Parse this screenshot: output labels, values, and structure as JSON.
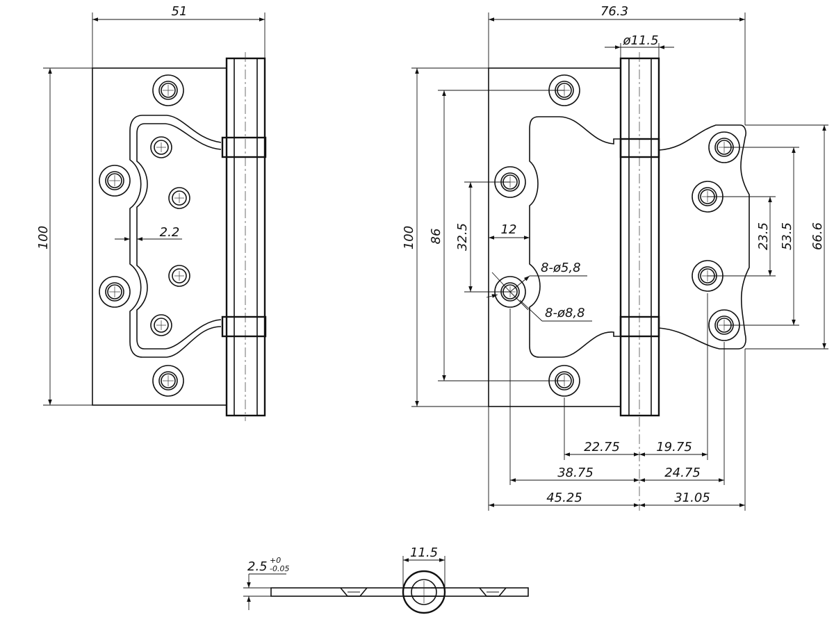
{
  "drawing": {
    "left_view": {
      "width_dim": "51",
      "height_dim": "100",
      "frame_gap_dim": "2.2"
    },
    "right_view": {
      "width_dim": "76.3",
      "knuckle_dia_dim": "ø11.5",
      "height_dim": "100",
      "outer_hole_span_dim": "86",
      "inner_hole_span_dim": "32.5",
      "hole_offset_dim": "12",
      "small_hole_callout": "8-ø5,8",
      "countersink_callout": "8-ø8,8",
      "wing_inner_span_dim": "23.5",
      "wing_mid_span_dim": "53.5",
      "wing_outer_span_dim": "66.6",
      "bottom_dims": {
        "d1_left": "22.75",
        "d1_right": "19.75",
        "d2_left": "38.75",
        "d2_right": "24.75",
        "d3_left": "45.25",
        "d3_right": "31.05"
      }
    },
    "section_view": {
      "thickness_dim": "2.5",
      "thickness_tol_upper": "+0",
      "thickness_tol_lower": "-0.05",
      "knuckle_dim": "11.5"
    }
  }
}
